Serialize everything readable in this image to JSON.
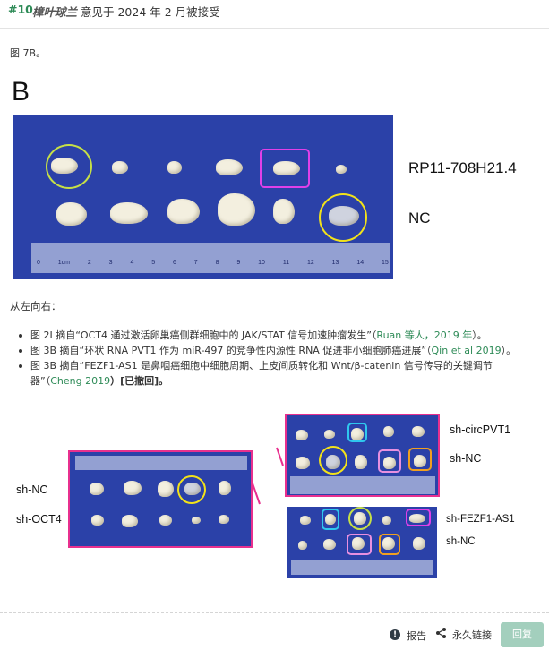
{
  "header": {
    "number": "#10",
    "author": "樟叶球兰",
    "text": "意见于 2024 年 2 月被接受"
  },
  "post": {
    "figure_ref": "图 7B。",
    "figure_letter": "B",
    "label_top": "RP11-708H21.4",
    "label_bottom": "NC",
    "ruler_numbers": "0  1cm  2  3  4  5  6  7  8  9  10  11  12  13  14  15",
    "subheading": "从左向右：",
    "refs": [
      {
        "text": "图 2I 摘自“OCT4 通过激活卵巢癌侧群细胞中的 JAK/STAT 信号加速肿瘤发生”（",
        "cite": "Ruan 等人，2019 年",
        "tail": "）。"
      },
      {
        "text": "图 3B 摘自“环状 RNA PVT1 作为 miR-497 的竞争性内源性 RNA 促进非小细胞肺癌进展”（",
        "cite": "Qin et al 2019",
        "tail": "）。"
      },
      {
        "text": "图 3B 摘自“FEZF1-AS1 是鼻咽癌细胞中细胞周期、上皮间质转化和 Wnt/β-catenin 信号传导的关键调节器”（",
        "cite": "Cheng 2019",
        "tail": "）[已撤回]。"
      }
    ],
    "img_c_labels": {
      "top": "sh-NC",
      "bottom": "sh-OCT4"
    },
    "img_d_labels": {
      "top": "sh-circPVT1",
      "bottom": "sh-NC"
    },
    "img_e_labels": {
      "top": "sh-FEZF1-AS1",
      "bottom": "sh-NC"
    }
  },
  "footer": {
    "report_icon": "alert-icon",
    "report_label": "报告",
    "share_icon": "share-icon",
    "permalink_label": "永久链接",
    "reply_label": "回复"
  },
  "colors": {
    "accent": "#2e8b57",
    "panel_blue": "#2b41a8",
    "highlight_yellow": "#d8e84a",
    "highlight_magenta": "#e040e8",
    "highlight_cyan": "#2fc7ee",
    "highlight_orange": "#f0a020",
    "frame_pink": "#e8308e",
    "reply_bg": "#a3cfbd"
  }
}
